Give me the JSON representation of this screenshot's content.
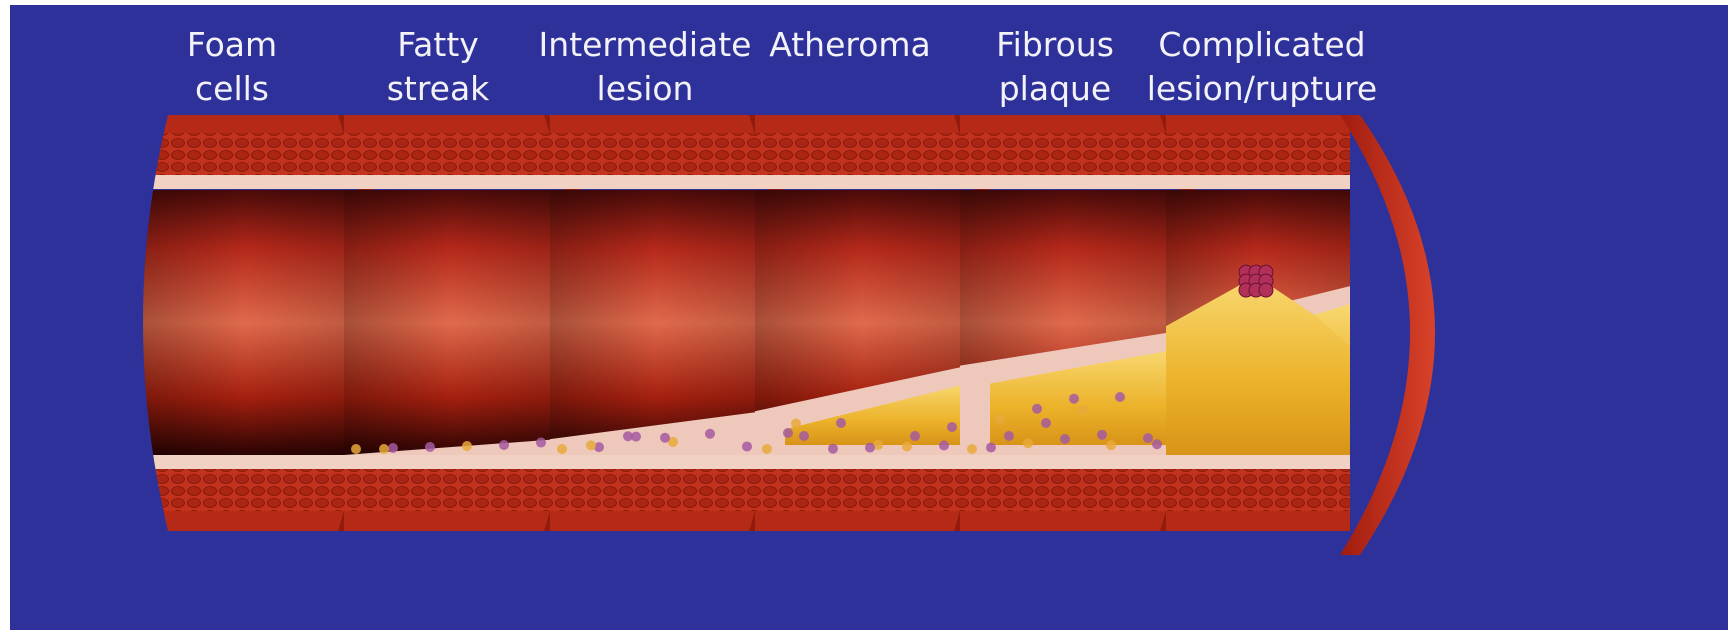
{
  "figure": {
    "background_color": "#2e3199",
    "stages": [
      {
        "id": "foam-cells",
        "label": "Foam\ncells"
      },
      {
        "id": "fatty-streak",
        "label": "Fatty\nstreak"
      },
      {
        "id": "intermediate-lesion",
        "label": "Intermediate\nlesion"
      },
      {
        "id": "atheroma",
        "label": "Atheroma"
      },
      {
        "id": "fibrous-plaque",
        "label": "Fibrous\nplaque"
      },
      {
        "id": "complicated-lesion",
        "label": "Complicated\nlesion/rupture"
      }
    ],
    "lesion_progression": [
      0,
      0.08,
      0.22,
      0.45,
      0.62,
      0.85
    ],
    "colors": {
      "lumen_dark": "#3a0606",
      "lumen_mid": "#b5281a",
      "lumen_light": "#e06a4c",
      "media": "#c3321c",
      "intima": "#f1d2c2",
      "plaque_core": "#f2c23a",
      "plaque_cap": "#efd2c8",
      "cell_purple": "#a45aa0",
      "thrombus": "#b0305a"
    }
  }
}
